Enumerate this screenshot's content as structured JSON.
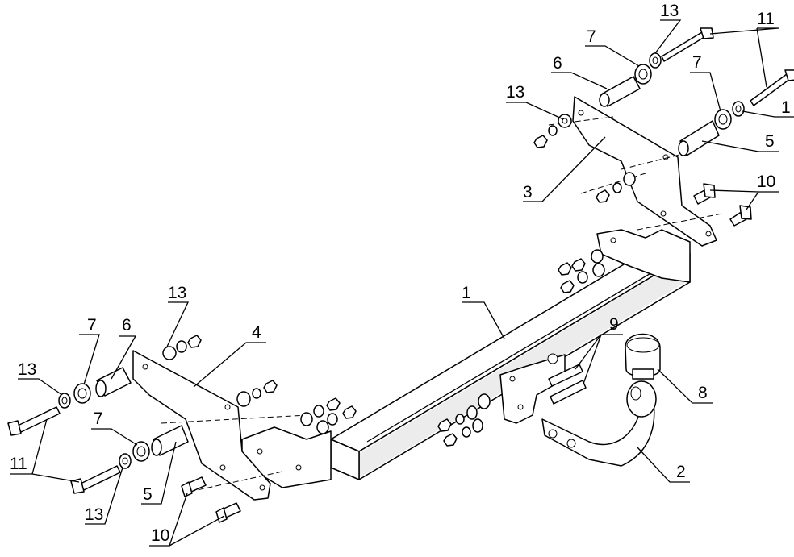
{
  "callouts": {
    "main_beam": "1",
    "ball_arm": "2",
    "bracket_right": "3",
    "bracket_left": "4",
    "sleeve_a": "5",
    "sleeve_b": "5",
    "spacer_a": "6",
    "spacer_b": "6",
    "washer_top_a": "7",
    "washer_top_b": "7",
    "washer_left_a": "7",
    "washer_left_b": "7",
    "ball_cap": "8",
    "lock_bolts": "9",
    "bolts_right": "10",
    "bolts_left": "10",
    "long_bolts_right": "11",
    "long_bolts_left": "11",
    "washer13_top": "13",
    "washer13_right": "13",
    "washer13_mid": "13",
    "washer13_leftup": "13",
    "washer13_leftlow": "13",
    "cut_label": "1"
  }
}
